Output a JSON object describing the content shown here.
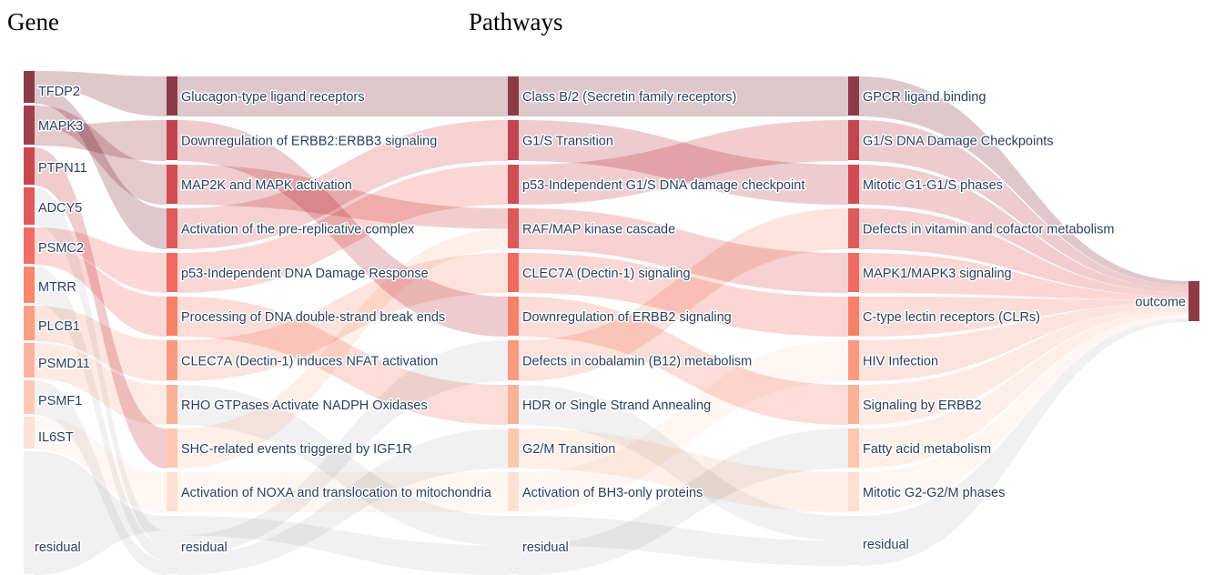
{
  "headers": {
    "gene": "Gene",
    "pathways": "Pathways"
  },
  "columns": [
    {
      "id": "gene",
      "nodes": [
        {
          "label": "TFDP2",
          "color": "#8c3b47"
        },
        {
          "label": "MAPK3",
          "color": "#a0404c"
        },
        {
          "label": "PTPN11",
          "color": "#c9474f"
        },
        {
          "label": "ADCY5",
          "color": "#dd5b5b"
        },
        {
          "label": "PSMC2",
          "color": "#ef6f67"
        },
        {
          "label": "MTRR",
          "color": "#f7876f"
        },
        {
          "label": "PLCB1",
          "color": "#f99f86"
        },
        {
          "label": "PSMD11",
          "color": "#fbb59e"
        },
        {
          "label": "PSMF1",
          "color": "#fcc9b5"
        },
        {
          "label": "IL6ST",
          "color": "#fde2d6"
        },
        {
          "label": "residual",
          "color": "#f0f0f0"
        }
      ]
    },
    {
      "id": "pathway1",
      "nodes": [
        {
          "label": "Glucagon-type ligand receptors",
          "color": "#8c3b47"
        },
        {
          "label": "Downregulation of ERBB2:ERBB3 signaling",
          "color": "#c0454f"
        },
        {
          "label": "MAP2K and MAPK activation",
          "color": "#cf4d53"
        },
        {
          "label": "Activation of the pre-replicative complex",
          "color": "#dc5a59"
        },
        {
          "label": "p53-Independent DNA Damage Response",
          "color": "#ef6a60"
        },
        {
          "label": "Processing of DNA double-strand break ends",
          "color": "#f5806a"
        },
        {
          "label": "CLEC7A (Dectin-1) induces NFAT activation",
          "color": "#f89a80"
        },
        {
          "label": "RHO GTPases Activate NADPH Oxidases",
          "color": "#fab296"
        },
        {
          "label": "SHC-related events triggered by IGF1R",
          "color": "#fcc8b1"
        },
        {
          "label": "Activation of NOXA and translocation to mitochondria",
          "color": "#fde0d2"
        },
        {
          "label": "residual",
          "color": "#f0f0f0"
        }
      ]
    },
    {
      "id": "pathway2",
      "nodes": [
        {
          "label": "Class B/2 (Secretin family receptors)",
          "color": "#8c3b47"
        },
        {
          "label": "G1/S Transition",
          "color": "#c0454f"
        },
        {
          "label": "p53-Independent G1/S DNA damage checkpoint",
          "color": "#cf4d53"
        },
        {
          "label": "RAF/MAP kinase cascade",
          "color": "#dc5a59"
        },
        {
          "label": "CLEC7A (Dectin-1) signaling",
          "color": "#ef6a60"
        },
        {
          "label": "Downregulation of ERBB2 signaling",
          "color": "#f5806a"
        },
        {
          "label": "Defects in cobalamin (B12) metabolism",
          "color": "#f89a80"
        },
        {
          "label": "HDR or Single Strand Annealing",
          "color": "#fab296"
        },
        {
          "label": "G2/M Transition",
          "color": "#fcc8b1"
        },
        {
          "label": "Activation of BH3-only proteins",
          "color": "#fde0d2"
        },
        {
          "label": "residual",
          "color": "#f0f0f0"
        }
      ]
    },
    {
      "id": "pathway3",
      "nodes": [
        {
          "label": "GPCR ligand binding",
          "color": "#8c3b47"
        },
        {
          "label": "G1/S DNA Damage Checkpoints",
          "color": "#c0454f"
        },
        {
          "label": "Mitotic G1-G1/S phases",
          "color": "#cf4d53"
        },
        {
          "label": "Defects in vitamin and cofactor metabolism",
          "color": "#dc5a59"
        },
        {
          "label": "MAPK1/MAPK3 signaling",
          "color": "#ef6a60"
        },
        {
          "label": "C-type lectin receptors (CLRs)",
          "color": "#f5806a"
        },
        {
          "label": "HIV Infection",
          "color": "#f89a80"
        },
        {
          "label": "Signaling by ERBB2",
          "color": "#fab296"
        },
        {
          "label": "Fatty acid metabolism",
          "color": "#fcc8b1"
        },
        {
          "label": "Mitotic G2-G2/M phases",
          "color": "#fde0d2"
        },
        {
          "label": "residual",
          "color": "#f0f0f0"
        }
      ]
    },
    {
      "id": "outcome",
      "nodes": [
        {
          "label": "outcome",
          "color": "#8c3b47"
        }
      ]
    }
  ],
  "links": [
    {
      "from": [
        0,
        0
      ],
      "to": [
        1,
        0
      ],
      "color": "#8c3b47"
    },
    {
      "from": [
        0,
        0
      ],
      "to": [
        1,
        3
      ],
      "color": "#8c3b47"
    },
    {
      "from": [
        0,
        1
      ],
      "to": [
        1,
        2
      ],
      "color": "#a0404c"
    },
    {
      "from": [
        0,
        1
      ],
      "to": [
        1,
        1
      ],
      "color": "#a0404c"
    },
    {
      "from": [
        0,
        2
      ],
      "to": [
        1,
        8
      ],
      "color": "#c9474f"
    },
    {
      "from": [
        0,
        4
      ],
      "to": [
        1,
        4
      ],
      "color": "#ef6f67"
    },
    {
      "from": [
        0,
        4
      ],
      "to": [
        1,
        5
      ],
      "color": "#ef6f67"
    },
    {
      "from": [
        0,
        6
      ],
      "to": [
        1,
        6
      ],
      "color": "#f99f86"
    },
    {
      "from": [
        0,
        7
      ],
      "to": [
        1,
        7
      ],
      "color": "#fbb59e"
    },
    {
      "from": [
        0,
        9
      ],
      "to": [
        1,
        9
      ],
      "color": "#fde2d6"
    },
    {
      "from": [
        0,
        10
      ],
      "to": [
        1,
        10
      ],
      "color": "#d8d8d8"
    },
    {
      "from": [
        0,
        3
      ],
      "to": [
        1,
        10
      ],
      "color": "#d8d8d8"
    },
    {
      "from": [
        0,
        5
      ],
      "to": [
        1,
        10
      ],
      "color": "#d8d8d8"
    },
    {
      "from": [
        0,
        8
      ],
      "to": [
        1,
        10
      ],
      "color": "#d8d8d8"
    },
    {
      "from": [
        1,
        0
      ],
      "to": [
        2,
        0
      ],
      "color": "#8c3b47"
    },
    {
      "from": [
        1,
        1
      ],
      "to": [
        2,
        5
      ],
      "color": "#c0454f"
    },
    {
      "from": [
        1,
        2
      ],
      "to": [
        2,
        3
      ],
      "color": "#cf4d53"
    },
    {
      "from": [
        1,
        3
      ],
      "to": [
        2,
        1
      ],
      "color": "#dc5a59"
    },
    {
      "from": [
        1,
        4
      ],
      "to": [
        2,
        2
      ],
      "color": "#ef6a60"
    },
    {
      "from": [
        1,
        5
      ],
      "to": [
        2,
        7
      ],
      "color": "#f5806a"
    },
    {
      "from": [
        1,
        6
      ],
      "to": [
        2,
        4
      ],
      "color": "#f89a80"
    },
    {
      "from": [
        1,
        7
      ],
      "to": [
        2,
        10
      ],
      "color": "#d8d8d8"
    },
    {
      "from": [
        1,
        8
      ],
      "to": [
        2,
        3
      ],
      "color": "#fcc8b1"
    },
    {
      "from": [
        1,
        9
      ],
      "to": [
        2,
        9
      ],
      "color": "#fde0d2"
    },
    {
      "from": [
        1,
        10
      ],
      "to": [
        2,
        10
      ],
      "color": "#d8d8d8"
    },
    {
      "from": [
        1,
        10
      ],
      "to": [
        2,
        6
      ],
      "color": "#d8d8d8"
    },
    {
      "from": [
        1,
        10
      ],
      "to": [
        2,
        8
      ],
      "color": "#d8d8d8"
    },
    {
      "from": [
        2,
        0
      ],
      "to": [
        3,
        0
      ],
      "color": "#8c3b47"
    },
    {
      "from": [
        2,
        1
      ],
      "to": [
        3,
        2
      ],
      "color": "#c0454f"
    },
    {
      "from": [
        2,
        2
      ],
      "to": [
        3,
        1
      ],
      "color": "#cf4d53"
    },
    {
      "from": [
        2,
        3
      ],
      "to": [
        3,
        4
      ],
      "color": "#dc5a59"
    },
    {
      "from": [
        2,
        4
      ],
      "to": [
        3,
        5
      ],
      "color": "#ef6a60"
    },
    {
      "from": [
        2,
        5
      ],
      "to": [
        3,
        7
      ],
      "color": "#f5806a"
    },
    {
      "from": [
        2,
        6
      ],
      "to": [
        3,
        3
      ],
      "color": "#f89a80"
    },
    {
      "from": [
        2,
        7
      ],
      "to": [
        3,
        10
      ],
      "color": "#d8d8d8"
    },
    {
      "from": [
        2,
        8
      ],
      "to": [
        3,
        9
      ],
      "color": "#fcc8b1"
    },
    {
      "from": [
        2,
        9
      ],
      "to": [
        3,
        6
      ],
      "color": "#fde0d2"
    },
    {
      "from": [
        2,
        10
      ],
      "to": [
        3,
        10
      ],
      "color": "#d8d8d8"
    },
    {
      "from": [
        2,
        10
      ],
      "to": [
        3,
        8
      ],
      "color": "#d8d8d8"
    },
    {
      "from": [
        3,
        0
      ],
      "to": [
        4,
        0
      ],
      "color": "#8c3b47"
    },
    {
      "from": [
        3,
        1
      ],
      "to": [
        4,
        0
      ],
      "color": "#c0454f"
    },
    {
      "from": [
        3,
        2
      ],
      "to": [
        4,
        0
      ],
      "color": "#cf4d53"
    },
    {
      "from": [
        3,
        3
      ],
      "to": [
        4,
        0
      ],
      "color": "#dc5a59"
    },
    {
      "from": [
        3,
        4
      ],
      "to": [
        4,
        0
      ],
      "color": "#ef6a60"
    },
    {
      "from": [
        3,
        5
      ],
      "to": [
        4,
        0
      ],
      "color": "#f5806a"
    },
    {
      "from": [
        3,
        6
      ],
      "to": [
        4,
        0
      ],
      "color": "#f89a80"
    },
    {
      "from": [
        3,
        7
      ],
      "to": [
        4,
        0
      ],
      "color": "#fab296"
    },
    {
      "from": [
        3,
        8
      ],
      "to": [
        4,
        0
      ],
      "color": "#fcc8b1"
    },
    {
      "from": [
        3,
        9
      ],
      "to": [
        4,
        0
      ],
      "color": "#fde0d2"
    },
    {
      "from": [
        3,
        10
      ],
      "to": [
        4,
        0
      ],
      "color": "#d8d8d8"
    }
  ]
}
